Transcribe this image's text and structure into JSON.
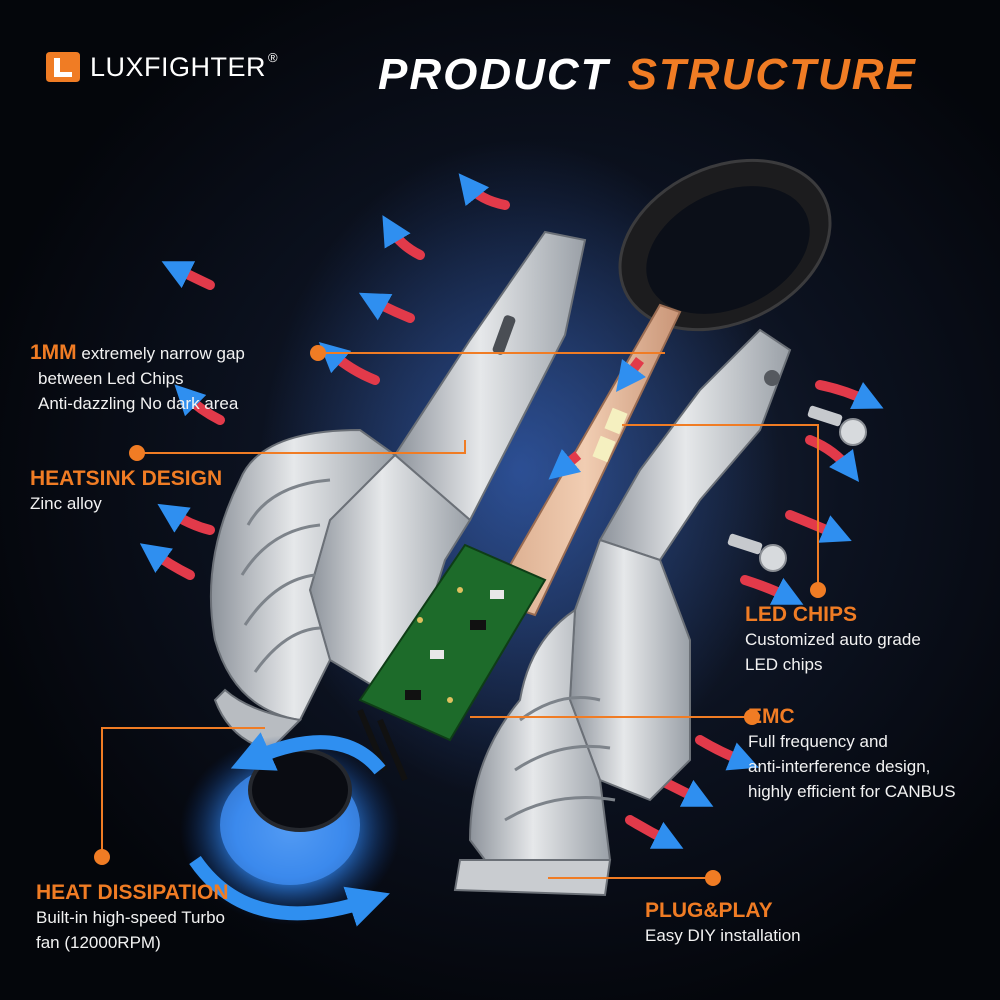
{
  "brand": {
    "name": "LUXFIGHTER",
    "reg": "®"
  },
  "title": {
    "part1": "PRODUCT",
    "part2": "STRUCTURE"
  },
  "colors": {
    "accent": "#f07c24",
    "background": "#05070c",
    "text": "#ffffff"
  },
  "callouts": {
    "gap": {
      "highlight": "1MM",
      "line1": "extremely narrow gap",
      "line2": "between Led Chips",
      "line3": "Anti-dazzling No dark area"
    },
    "heatsink": {
      "heading": "HEATSINK DESIGN",
      "line1": "Zinc alloy"
    },
    "led": {
      "heading": "LED CHIPS",
      "line1": "Customized auto grade",
      "line2": "LED chips"
    },
    "emc": {
      "heading": "EMC",
      "line1": "Full frequency and",
      "line2": "anti-interference design,",
      "line3": "highly efficient for CANBUS"
    },
    "heat": {
      "heading": "HEAT DISSIPATION",
      "line1": "Built-in high-speed Turbo",
      "line2": "fan (12000RPM)"
    },
    "plug": {
      "heading": "PLUG&PLAY",
      "line1": "Easy DIY installation"
    }
  }
}
